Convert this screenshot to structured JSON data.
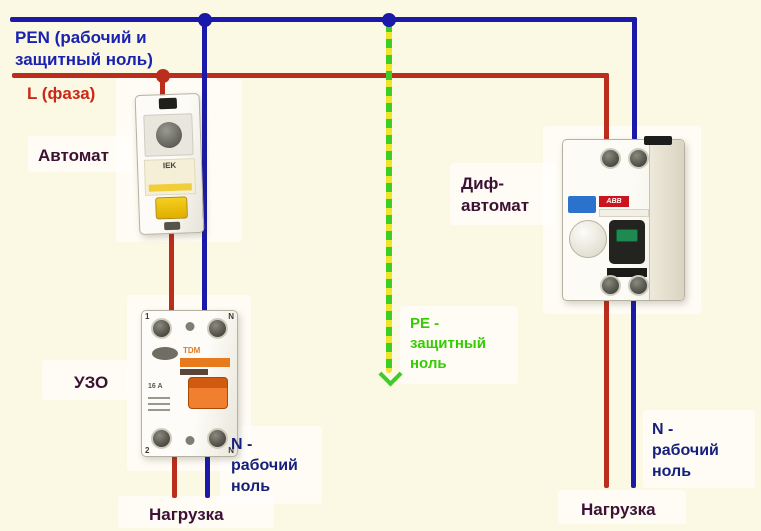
{
  "colors": {
    "background": "#fbf8e3",
    "wire_blue": "#1a19a8",
    "wire_red": "#bb2d1d",
    "pe_green": "#3fcc28",
    "pe_yellow": "#f0e428",
    "label_blue": "#1a22b2",
    "label_red": "#cc2817",
    "label_dark": "#3c1134",
    "label_green": "#35cc05",
    "label_navy": "#151f7c",
    "breaker_lever": "#f0c410",
    "rcd_orange": "#e87a1e",
    "dif_tab_blue": "#2b72cc",
    "abb_red": "#ca1420",
    "toggle_green": "#1e8a50"
  },
  "labels": {
    "pen": {
      "line1": "PEN (рабочий и",
      "line2": "защитный ноль)"
    },
    "phase": "L (фаза)",
    "breaker": "Автомат",
    "rcd": "УЗО",
    "dif": {
      "line1": "Диф-",
      "line2": "автомат"
    },
    "pe": {
      "line1": "PE -",
      "line2": "защитный",
      "line3": "ноль"
    },
    "n_left": {
      "line1": "N -",
      "line2": "рабочий",
      "line3": "ноль"
    },
    "n_right": {
      "line1": "N -",
      "line2": "рабочий",
      "line3": "ноль"
    },
    "load_left": "Нагрузка",
    "load_right": "Нагрузка"
  },
  "devices": {
    "breaker": {
      "brand": "IEK"
    },
    "rcd": {
      "brand": "TDM",
      "rating": "16 A",
      "terminal_top_left": "1",
      "terminal_top_right": "N",
      "terminal_bottom_left": "2",
      "terminal_bottom_right": "N"
    },
    "dif": {
      "brand": "ABB"
    }
  }
}
